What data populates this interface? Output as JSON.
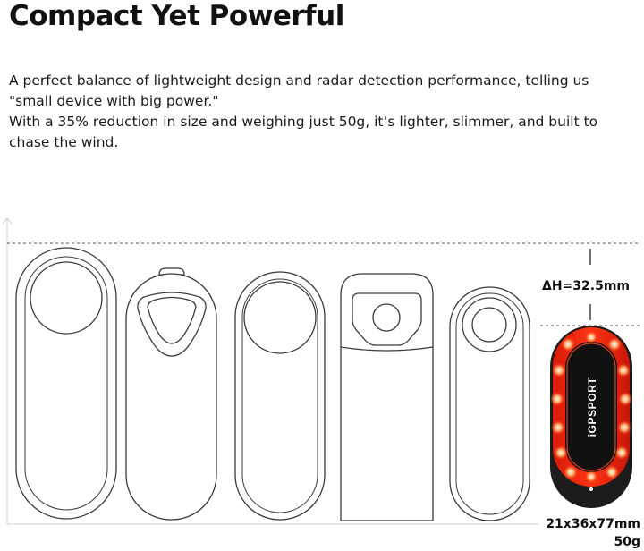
{
  "headline": "Compact Yet Powerful",
  "paragraphs": [
    "A perfect balance of lightweight design and radar detection performance, telling us \"small device with big power.\"",
    "With a 35% reduction in size and weighing just 50g, it’s lighter, slimmer, and built to chase the wind."
  ],
  "comparison": {
    "delta_height": "ΔH=32.5mm",
    "product_brand": "iGPSPORT",
    "dimensions": "21x36x77mm",
    "weight": "50g",
    "colors": {
      "outline": "#3a3a3a",
      "light_red": "#ff2a10",
      "led_glow": "#ffc38a",
      "housing": "#1c1c1c"
    }
  }
}
